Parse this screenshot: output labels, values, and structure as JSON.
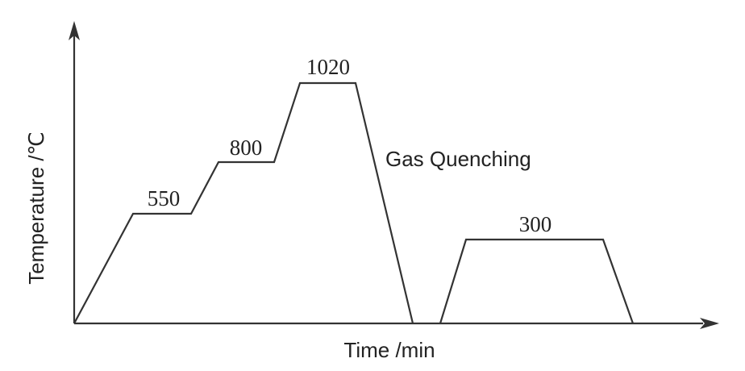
{
  "diagram": {
    "y_axis_label": "Temperature /℃",
    "x_axis_label": "Time /min",
    "annotation": "Gas Quenching",
    "hold_labels": [
      "550",
      "800",
      "1020",
      "300"
    ]
  },
  "colors": {
    "line": "#333333",
    "text": "#222222",
    "background": "#ffffff"
  }
}
